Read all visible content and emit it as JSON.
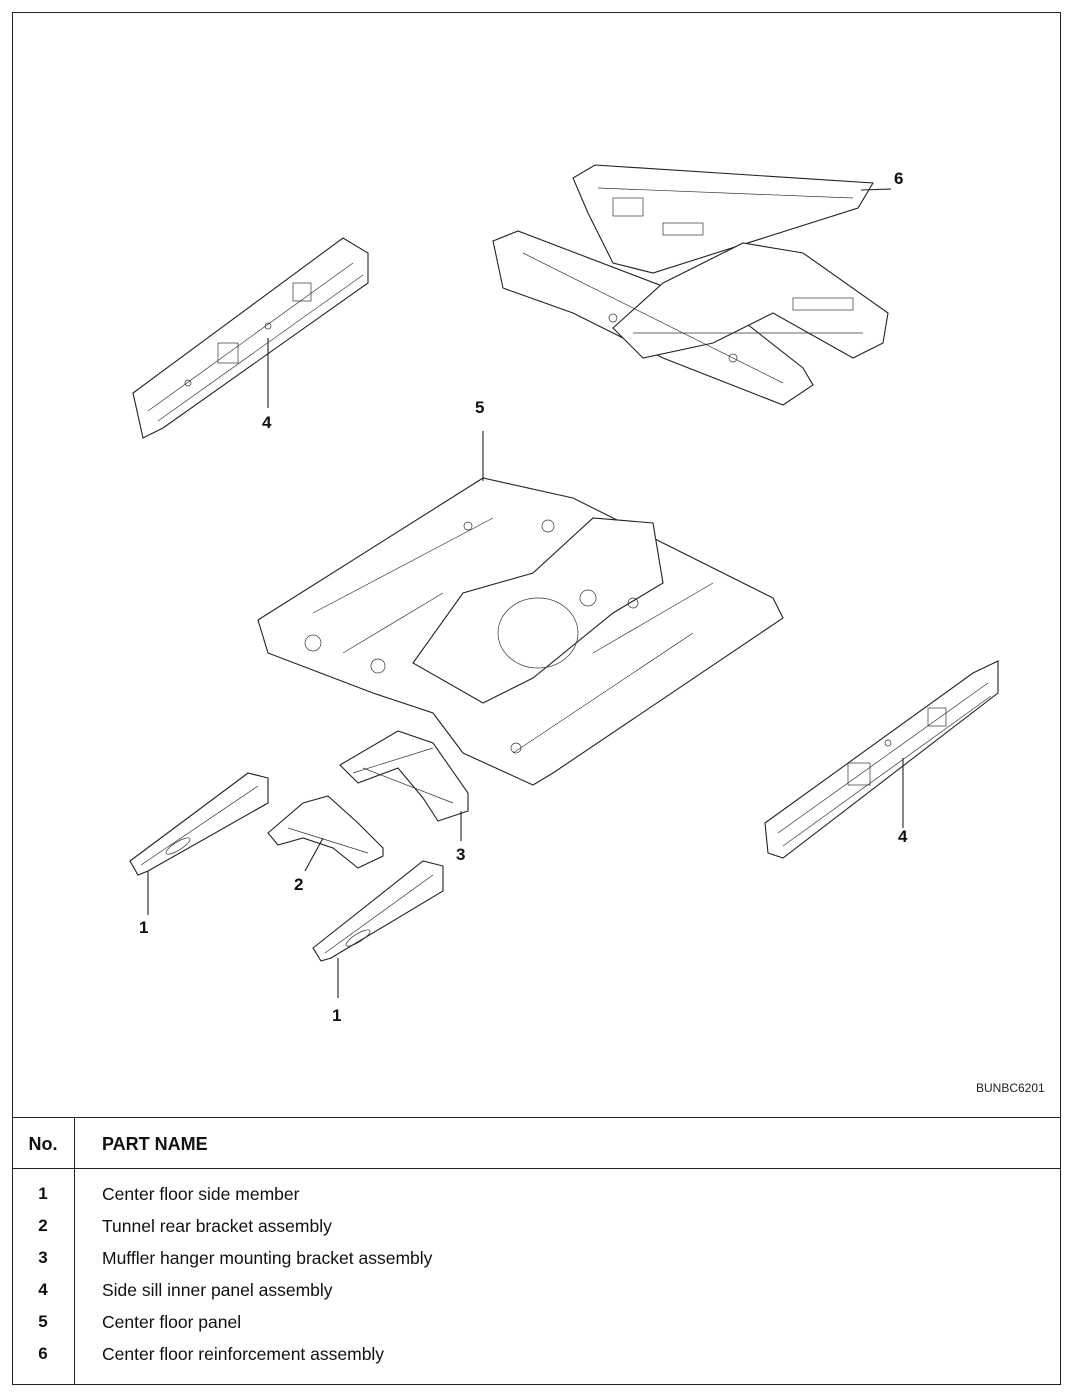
{
  "figure_code": "BUNBC6201",
  "callouts": {
    "c6": "6",
    "c4a": "4",
    "c5": "5",
    "c4b": "4",
    "c3": "3",
    "c2": "2",
    "c1a": "1",
    "c1b": "1"
  },
  "table": {
    "header_no": "No.",
    "header_name": "PART NAME",
    "rows": [
      {
        "no": "1",
        "name": "Center floor side member"
      },
      {
        "no": "2",
        "name": "Tunnel rear bracket assembly"
      },
      {
        "no": "3",
        "name": "Muffler hanger mounting bracket assembly"
      },
      {
        "no": "4",
        "name": "Side sill inner panel assembly"
      },
      {
        "no": "5",
        "name": "Center floor panel"
      },
      {
        "no": "6",
        "name": "Center floor reinforcement assembly"
      }
    ]
  }
}
